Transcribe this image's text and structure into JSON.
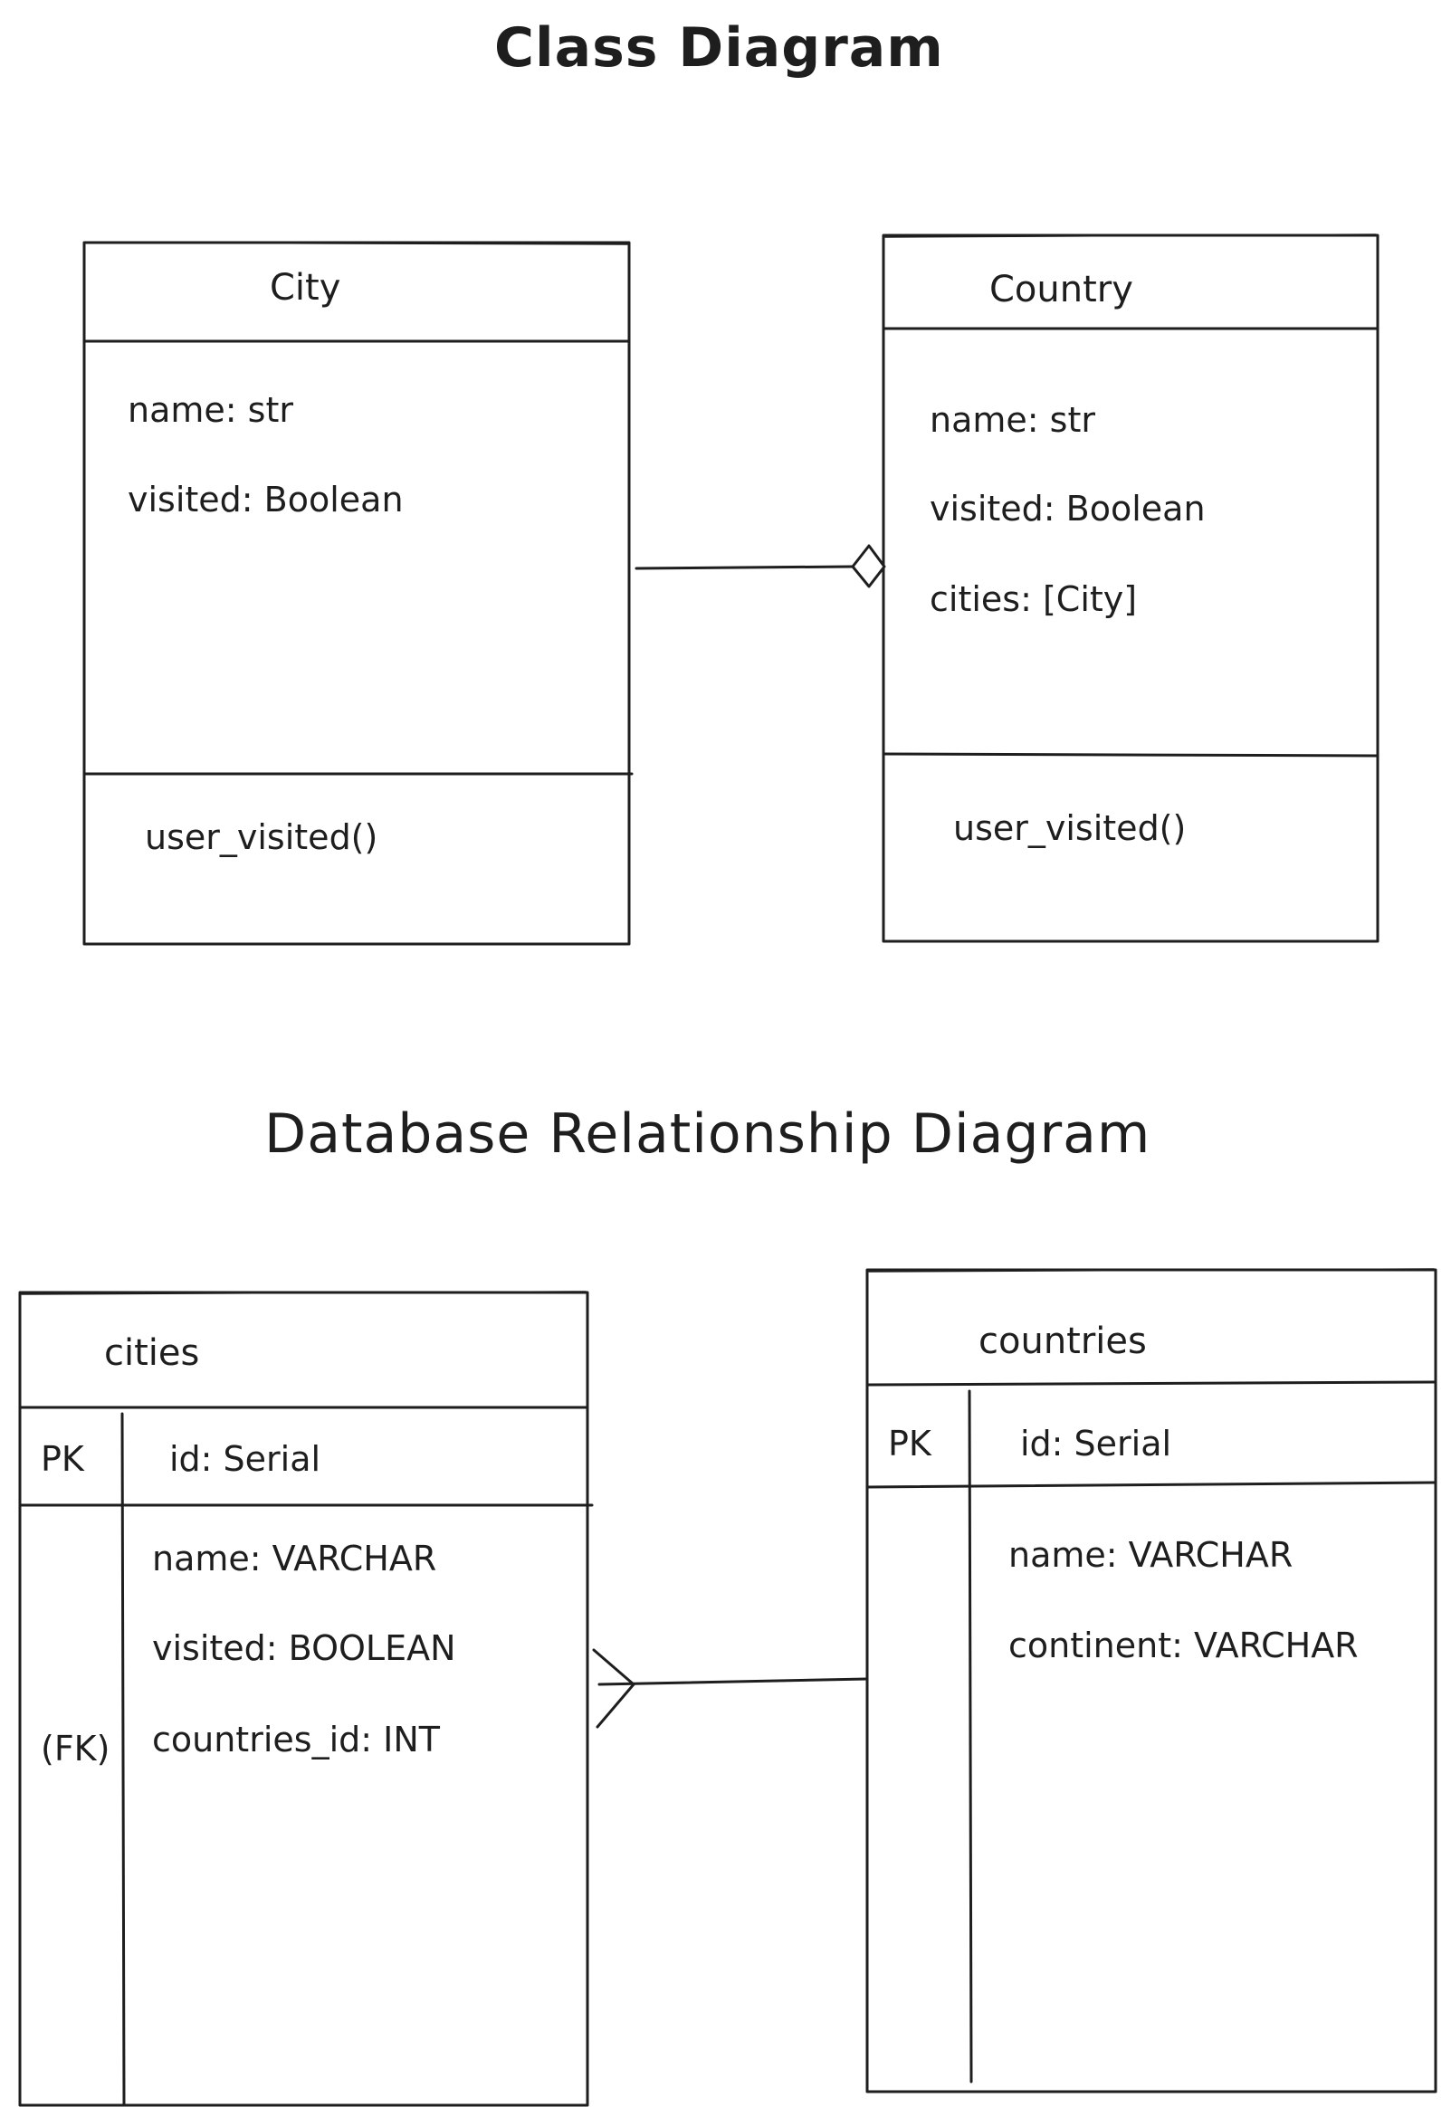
{
  "class_diagram": {
    "title": "Class Diagram",
    "city": {
      "name": "City",
      "attributes": [
        "name: str",
        "visited: Boolean"
      ],
      "methods": [
        "user_visited()"
      ]
    },
    "country": {
      "name": "Country",
      "attributes": [
        "name: str",
        "visited: Boolean",
        "cities: [City]"
      ],
      "methods": [
        "user_visited()"
      ]
    },
    "relationship": "aggregation"
  },
  "db_diagram": {
    "title": "Database Relationship Diagram",
    "cities": {
      "name": "cities",
      "pk_label": "PK",
      "pk_field": "id: Serial",
      "fk_label": "(FK)",
      "fields": [
        "name: VARCHAR",
        "visited: BOOLEAN",
        "countries_id: INT"
      ]
    },
    "countries": {
      "name": "countries",
      "pk_label": "PK",
      "pk_field": "id: Serial",
      "fields": [
        "name: VARCHAR",
        "continent: VARCHAR"
      ]
    },
    "relationship": "many-to-one"
  },
  "colors": {
    "stroke": "#1e1e1e",
    "background": "#ffffff"
  }
}
